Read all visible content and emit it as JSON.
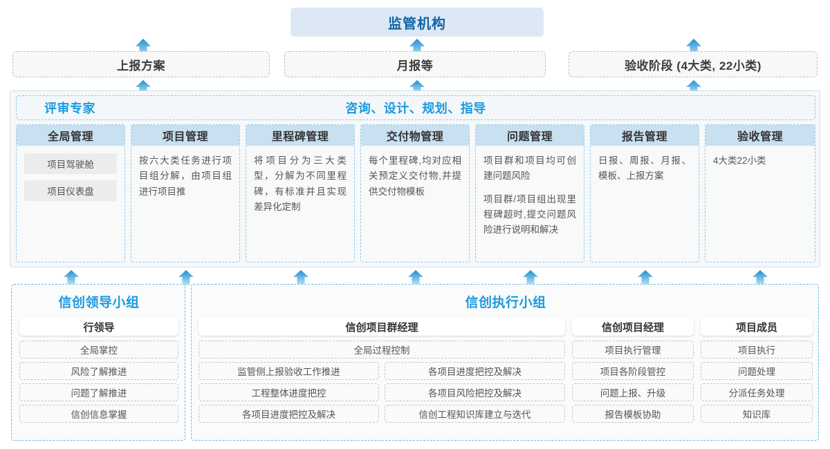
{
  "top": {
    "regulator": "监管机构",
    "reports": [
      "上报方案",
      "月报等",
      "验收阶段 (4大类, 22小类)"
    ]
  },
  "middle": {
    "header_left": "评审专家",
    "header_mid": "咨询、设计、规划、指导",
    "columns": [
      {
        "title": "全局管理",
        "chips": [
          "项目驾驶舱",
          "项目仪表盘"
        ],
        "paras": []
      },
      {
        "title": "项目管理",
        "chips": [],
        "paras": [
          "按六大类任务进行项目组分解，由项目组进行项目推"
        ]
      },
      {
        "title": "里程碑管理",
        "chips": [],
        "paras": [
          "将项目分为三大类型，分解为不同里程碑，有标准并且实现差异化定制"
        ]
      },
      {
        "title": "交付物管理",
        "chips": [],
        "paras": [
          "每个里程碑,均对应相关预定义交付物,并提供交付物模板"
        ]
      },
      {
        "title": "问题管理",
        "chips": [],
        "paras": [
          "项目群和项目均可创建问题风险",
          "项目群/项目组出现里程碑超时,提交问题风险进行说明和解决"
        ]
      },
      {
        "title": "报告管理",
        "chips": [],
        "paras": [
          "日报、周报、月报、模板、上报方案"
        ]
      },
      {
        "title": "验收管理",
        "chips": [],
        "paras": [
          "4大类22小类"
        ]
      }
    ]
  },
  "bottom": {
    "groups": [
      {
        "title": "信创领导小组",
        "roles": [
          {
            "head": "行领导",
            "items": [
              "全局掌控",
              "风险了解推进",
              "问题了解推进",
              "信创信息掌握"
            ]
          }
        ]
      },
      {
        "title": "信创执行小组",
        "roles": [
          {
            "head": "信创项目群经理",
            "full_item": "全局过程控制",
            "left_items": [
              "监管侧上报验收工作推进",
              "工程整体进度把控",
              "各项目进度把控及解决"
            ],
            "right_items": [
              "各项目进度把控及解决",
              "各项目风险把控及解决",
              "信创工程知识库建立与迭代"
            ]
          },
          {
            "head": "信创项目经理",
            "items": [
              "项目执行管理",
              "项目各阶段管控",
              "问题上报、升级",
              "报告模板协助"
            ]
          },
          {
            "head": "项目成员",
            "items": [
              "项目执行",
              "问题处理",
              "分派任务处理",
              "知识库"
            ]
          }
        ]
      }
    ]
  },
  "colors": {
    "accent_blue": "#1b9ae0",
    "deep_blue": "#1464a5",
    "header_fill": "#c8e0f0",
    "regulator_fill": "#dce9f5",
    "arrow_top": "#1e90d0",
    "arrow_bottom": "#bfe2f5"
  }
}
